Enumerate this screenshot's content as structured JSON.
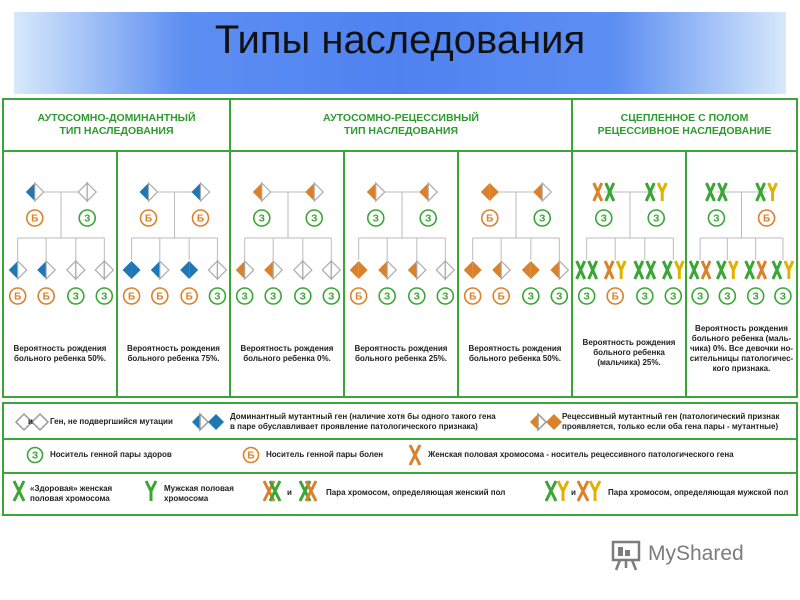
{
  "title": "Типы наследования",
  "colors": {
    "green": "#3aa635",
    "blue": "#1f78b4",
    "orange": "#d9822b",
    "chromo_x": "#3aa635",
    "chromo_y": "#e0b200",
    "chromo_mut": "#d9822b"
  },
  "headers": [
    "АУТОСОМНО-ДОМИНАНТНЫЙ\nТИП НАСЛЕДОВАНИЯ",
    "АУТОСОМНО-РЕЦЕССИВНЫЙ\nТИП НАСЛЕДОВАНИЯ",
    "СЦЕПЛЕННОЕ С ПОЛОМ\nРЕЦЕССИВНОЕ НАСЛЕДОВАНИЕ"
  ],
  "columns": [
    {
      "caption": "Вероятность рождения\nбольного ребенка 50%.",
      "parents": [
        "Б",
        "З"
      ],
      "children": [
        "Б",
        "Б",
        "З",
        "З"
      ]
    },
    {
      "caption": "Вероятность рождения\nбольного ребенка 75%.",
      "parents": [
        "Б",
        "Б"
      ],
      "children": [
        "Б",
        "Б",
        "Б",
        "З"
      ]
    },
    {
      "caption": "Вероятность рождения\nбольного ребенка 0%.",
      "parents": [
        "З",
        "З"
      ],
      "children": [
        "З",
        "З",
        "З",
        "З"
      ]
    },
    {
      "caption": "Вероятность рождения\nбольного ребенка 25%.",
      "parents": [
        "З",
        "З"
      ],
      "children": [
        "Б",
        "З",
        "З",
        "З"
      ]
    },
    {
      "caption": "Вероятность рождения\nбольного ребенка 50%.",
      "parents": [
        "Б",
        "З"
      ],
      "children": [
        "Б",
        "Б",
        "З",
        "З"
      ]
    },
    {
      "caption": "Вероятность рождения\nбольного ребенка\n(мальчика) 25%.",
      "parents": [
        "З",
        "З"
      ],
      "children": [
        "З",
        "Б",
        "З",
        "З"
      ],
      "parent_chromos": [
        "XX",
        "XY"
      ],
      "child_chromos": [
        "XX",
        "XY",
        "XX",
        "XY"
      ]
    },
    {
      "caption": "Вероятность рождения\nбольного ребенка (маль-\nчика) 0%. Все девочки но-\nсительницы патологичес-\nкого признака.",
      "parents": [
        "З",
        "Б"
      ],
      "children": [
        "З",
        "З",
        "З",
        "З"
      ],
      "parent_chromos": [
        "XX",
        "XY"
      ],
      "child_chromos": [
        "XX",
        "XY",
        "XX",
        "XY"
      ]
    }
  ],
  "legend": {
    "normal_gene": "Ген, не подвергшийся мутации",
    "and_1": "и",
    "and_2": "и",
    "and_3": "и",
    "and_4": "и",
    "and_5": "и",
    "dominant_gene": "Доминантный мутантный ген (наличие хотя бы одного такого гена\nв паре обуславливает проявление патологического признака)",
    "recessive_gene": "Рецессивный мутантный ген (патологический признак\nпроявляется, только если оба гена пары - мутантные)",
    "healthy_carrier": "Носитель генной пары здоров",
    "sick_carrier": "Носитель генной пары болен",
    "female_carrier": "Женская половая хромосома - носитель рецессивного патологического гена",
    "healthy_female": "«Здоровая» женская\nполовая хромосома",
    "male_chromosome": "Мужская половая\nхромосома",
    "female_pair": "Пара хромосом, определяющая женский пол",
    "male_pair": "Пара хромосом, определяющая мужской пол",
    "healthy_mark": "З",
    "sick_mark": "Б"
  },
  "watermark": "MyShared"
}
